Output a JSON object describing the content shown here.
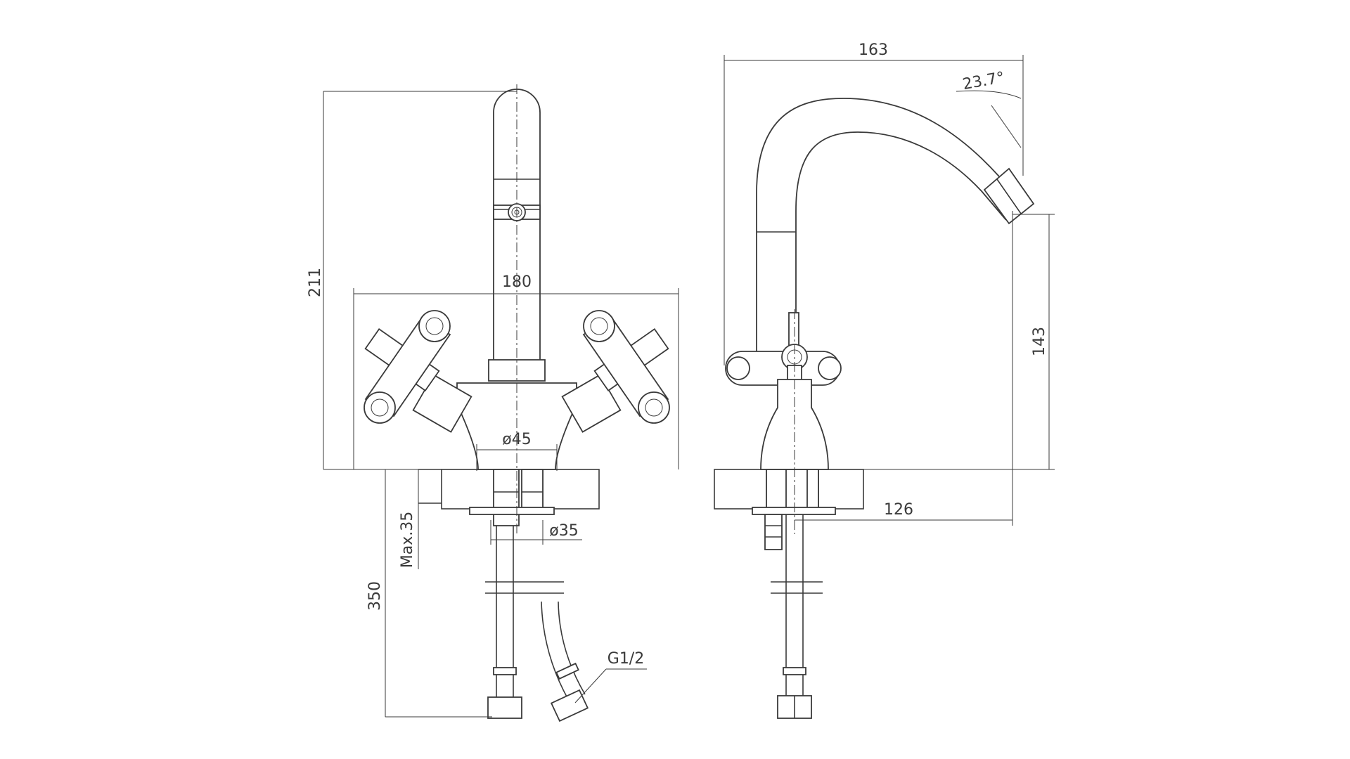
{
  "dimensions": {
    "front_height": "211",
    "front_width": "180",
    "body_diameter": "ø45",
    "max_thickness": "Max.35",
    "shank_diameter": "ø35",
    "hose_length": "350",
    "thread": "G1/2",
    "side_width": "163",
    "spout_angle": "23.7°",
    "spout_height": "143",
    "spout_reach": "126"
  },
  "colors": {
    "line": "#3a3a3a",
    "background": "#ffffff",
    "countertop": "#ececec"
  }
}
